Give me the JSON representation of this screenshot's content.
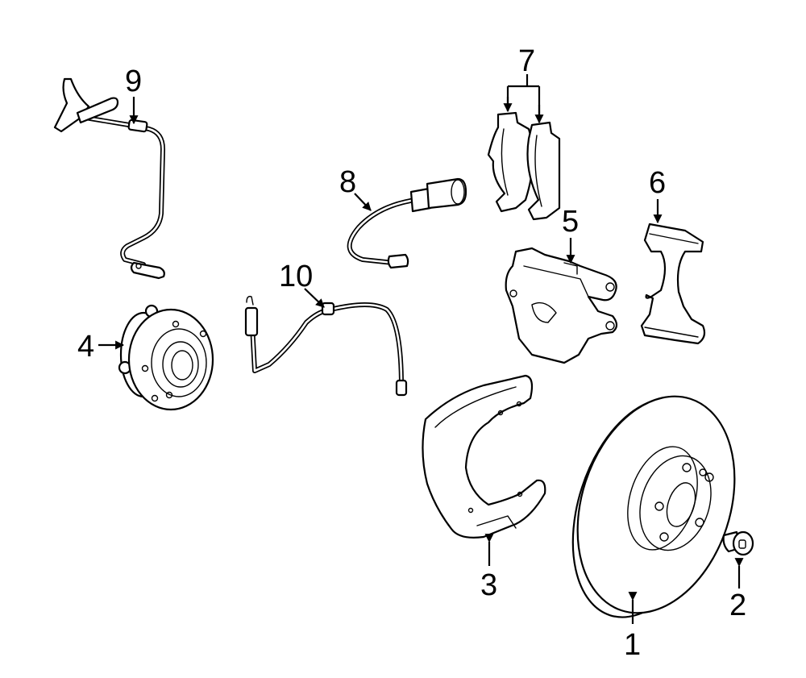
{
  "diagram": {
    "type": "exploded-parts-diagram",
    "colors": {
      "line": "#000000",
      "background": "#ffffff"
    },
    "callouts": [
      {
        "number": "1",
        "part": "brake-rotor"
      },
      {
        "number": "2",
        "part": "rotor-screw"
      },
      {
        "number": "3",
        "part": "splash-shield"
      },
      {
        "number": "4",
        "part": "hub-assembly"
      },
      {
        "number": "5",
        "part": "caliper"
      },
      {
        "number": "6",
        "part": "caliper-support"
      },
      {
        "number": "7",
        "part": "brake-pads"
      },
      {
        "number": "8",
        "part": "pad-wear-sensor"
      },
      {
        "number": "9",
        "part": "abs-wheel-speed-sensor"
      },
      {
        "number": "10",
        "part": "brake-hose"
      }
    ]
  }
}
